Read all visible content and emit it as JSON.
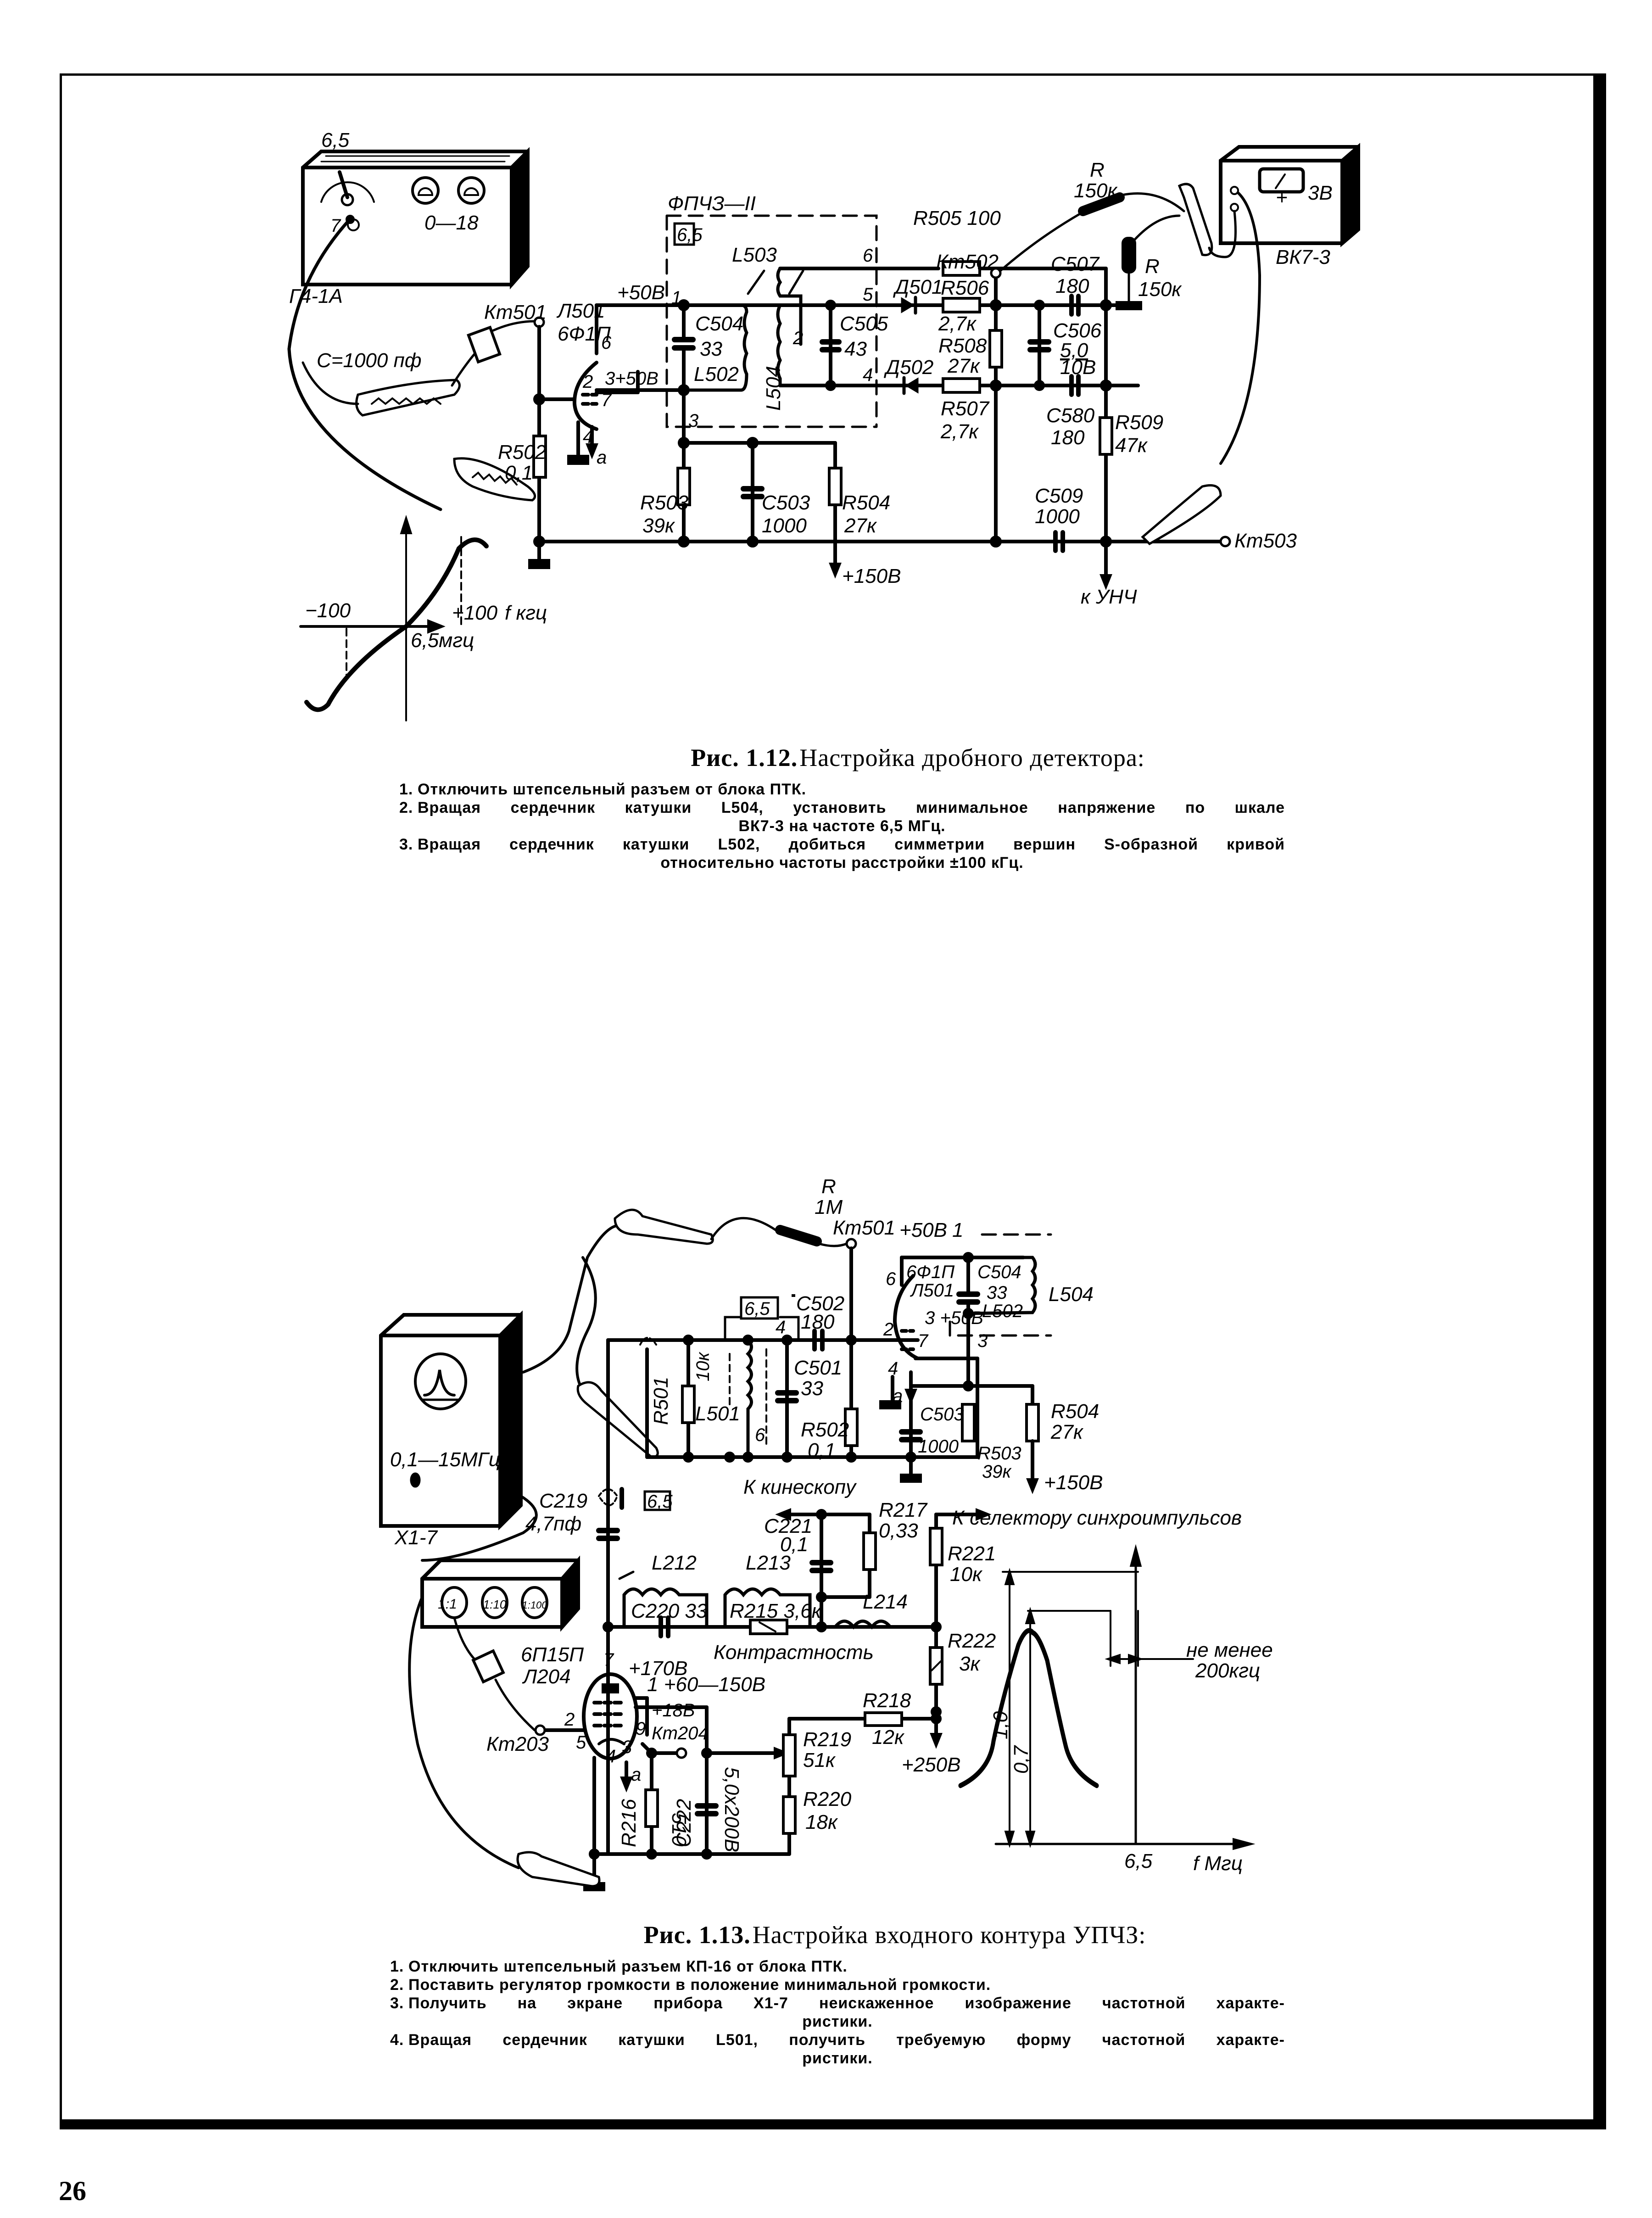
{
  "page_number": "26",
  "figure_1": {
    "caption_prefix": "Рис. 1.12.",
    "caption_title": "Настройка дробного детектора:",
    "steps": [
      {
        "n": "1.",
        "text": "Отключить штепсельный разъем от блока ПТК.",
        "cont": ""
      },
      {
        "n": "2.",
        "text": "Вращая сердечник катушки L504, установить минимальное напряжение по шкале",
        "cont": "ВК7-3 на частоте 6,5 МГц."
      },
      {
        "n": "3.",
        "text": "Вращая сердечник катушки L502, добиться симметрии вершин S-образной кривой",
        "cont": "относительно частоты расстройки ±100 кГц."
      }
    ],
    "instruments": {
      "generator": {
        "name": "Г4-1А",
        "dial_value": "6,5",
        "range": "0—18",
        "dial_mark": "7"
      },
      "voltmeter": {
        "name": "ВК7-3",
        "plus": "+",
        "range": "3В"
      },
      "probe_resistor": {
        "name": "R",
        "value": "150к"
      },
      "ground_resistor": {
        "name": "R",
        "value": "150к"
      },
      "coupling_cap": "С=1000 пф"
    },
    "labels": {
      "filter_block": "ФПЧЗ—II",
      "filter_freq": "6,5",
      "kt501": "Кт501",
      "kt502": "Кт502",
      "kt503": "Кт503",
      "tube_ref": "Л501",
      "tube_type": "6Ф1П",
      "plus50_top": "+50В",
      "plus50_pin": "3+50В",
      "plus150": "+150В",
      "to_unch": "к УНЧ",
      "pin_1": "1",
      "pin_2": "2",
      "pin_3": "3",
      "pin_4": "4",
      "pin_5": "5",
      "pin_6": "6",
      "pin_7": "7",
      "pin_a": "а",
      "l502": "L502",
      "l503": "L503",
      "l504": "L504",
      "c504": "С504",
      "c504_v": "33",
      "c505": "С505",
      "c505_v": "43",
      "r505": "R505 100",
      "d501": "Д501",
      "d502": "Д502",
      "r506": "R506",
      "r506_v": "2,7к",
      "r508": "R508",
      "r508_v": "27к",
      "r507": "R507",
      "r507_v": "2,7к",
      "c507": "С507",
      "c507_v": "180",
      "c506": "С506",
      "c506_v": "5,0",
      "c506_v2": "10В",
      "c580": "С580",
      "c580_v": "180",
      "r509": "R509",
      "r509_v": "47к",
      "c509": "С509",
      "c509_v": "1000",
      "r502": "R502",
      "r502_v": "0,1",
      "r503": "R503",
      "r503_v": "39к",
      "c503": "С503",
      "c503_v": "1000",
      "r504": "R504",
      "r504_v": "27к"
    },
    "s_curve": {
      "minus": "−100",
      "plus": "+100",
      "unit": "f кгц",
      "center": "6,5мгц"
    }
  },
  "figure_2": {
    "caption_prefix": "Рис. 1.13.",
    "caption_title": "Настройка входного контура УПЧЗ:",
    "steps": [
      {
        "n": "1.",
        "text": "Отключить штепсельный разъем КП-16 от блока ПТК.",
        "cont": ""
      },
      {
        "n": "2.",
        "text": "Поставить регулятор громкости в положение минимальной громкости.",
        "cont": ""
      },
      {
        "n": "3.",
        "text": "Получить на экране прибора Х1-7 неискаженное изображение частотной характе-",
        "cont": "ристики."
      },
      {
        "n": "4.",
        "text": "Вращая сердечник катушки L501, получить требуемую форму частотной характе-",
        "cont": "ристики."
      }
    ],
    "instruments": {
      "sweep": {
        "name": "Х1-7",
        "range": "0,1—15МГц"
      },
      "attenuator": {
        "buttons": [
          "1:1",
          "1:10",
          "1:100"
        ]
      },
      "probe_resistor": {
        "name": "R",
        "value": "1М"
      }
    },
    "labels": {
      "kt501": "Кт501",
      "kt203": "Кт203",
      "kt204": "Кт204",
      "plus50": "+50В",
      "pin1_box": "1",
      "tube1_type": "6Ф1П",
      "tube1_ref": "Л501",
      "plus50_pin": "3 +50В",
      "c504": "С504",
      "c504_v": "33",
      "l502": "L502",
      "l504": "L504",
      "pin_6": "6",
      "pin_2": "2",
      "pin_7": "7",
      "pin_4": "4",
      "pin_3": "3",
      "pin_a": "а",
      "filter_freq": "6,5",
      "pin4_top": "4",
      "c502": "С502",
      "c502_v": "180",
      "r501": "R501",
      "r_10k": "10к",
      "l501": "L501",
      "pin6_l": "6",
      "c501": "С501",
      "c501_v": "33",
      "r502": "R502",
      "r502_v": "0,1",
      "c503": "С503",
      "c503_v": "1000",
      "r503": "R503",
      "r503_v": "39к",
      "r504": "R504",
      "r504_v": "27к",
      "plus150": "+150В",
      "to_kinescope": "К кинескопу",
      "trap_freq": "6,5",
      "c219": "С219",
      "c219_v": "4,7пф",
      "l212": "L212",
      "c220": "С220 33",
      "l213": "L213",
      "r215": "R215 3,6к",
      "contrast": "Контрастность",
      "c221": "С221",
      "c221_v": "0,1",
      "r217": "R217",
      "r217_v": "0,33",
      "l214": "L214",
      "to_sync": "К селектору синхроимпульсов",
      "r221": "R221",
      "r221_v": "10к",
      "r222": "R222",
      "r222_v": "3к",
      "tube2_type": "6П15П",
      "tube2_ref": "Л204",
      "plus170": "+170В",
      "plus60_150": "1 +60—150В",
      "plus18": "+18В",
      "pin_9": "9",
      "pin_5": "5",
      "pin_2b": "2",
      "pin_7b": "7",
      "pin_4b": "4",
      "pin_3b": "3",
      "pin_ab": "а",
      "r218": "R218",
      "r218_v": "12к",
      "plus250": "+250В",
      "r219": "R219",
      "r219_v": "51к",
      "r220": "R220",
      "r220_v": "18к",
      "r216": "R216",
      "r216_v": "510",
      "c222": "С222",
      "c222_v": "5,0х200В"
    },
    "response_curve": {
      "level_full": "1,0",
      "level_07": "0,7",
      "center": "6,5",
      "unit": "f Мгц",
      "note_1": "не менее",
      "note_2": "200кгц"
    }
  }
}
